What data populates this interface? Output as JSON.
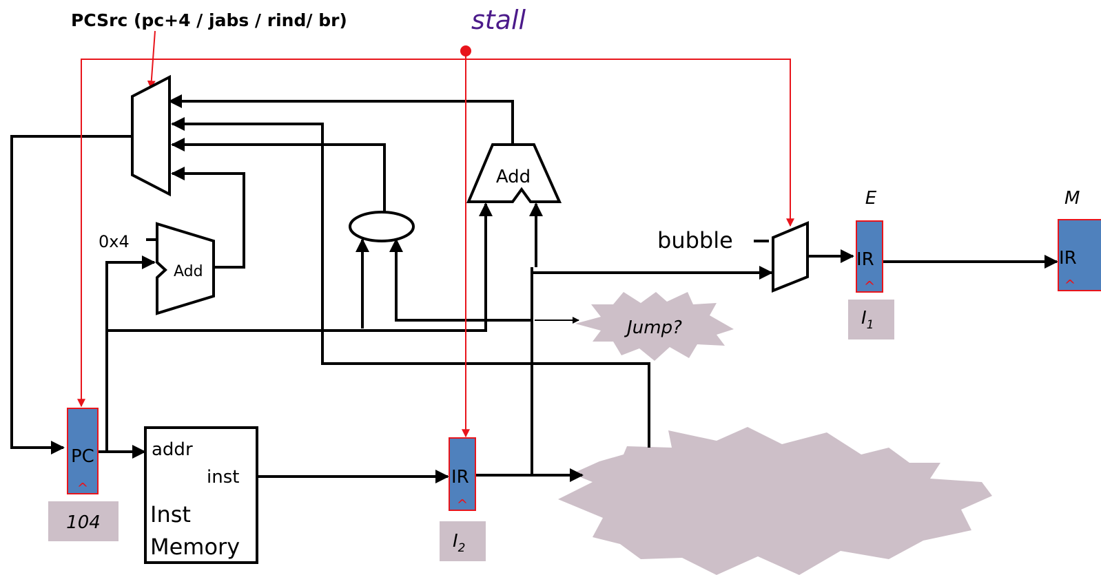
{
  "labels": {
    "pcsrc": "PCSrc (pc+4 / jabs / rind/ br)",
    "stall": "stall",
    "const4": "0x4",
    "adder_pc": "Add",
    "adder_branch": "Add",
    "bubble": "bubble",
    "stage_e": "E",
    "stage_m": "M",
    "ir_e": "IR",
    "ir_m": "IR",
    "ir_d": "IR",
    "pc": "PC",
    "addr": "addr",
    "inst": "inst",
    "mem_line1": "Inst",
    "mem_line2": "Memory",
    "jump": "Jump?",
    "pc_value": "104",
    "instr_d_base": "I",
    "instr_d_sub": "2",
    "instr_e_base": "I",
    "instr_e_sub": "1",
    "clock_mark": "^"
  },
  "colors": {
    "wire": "#000000",
    "control": "#e8141b",
    "register_fill": "#4f81bd",
    "register_border": "#e8141b",
    "tag_fill": "#cdbfc8",
    "stall_text": "#4b1a8a"
  }
}
